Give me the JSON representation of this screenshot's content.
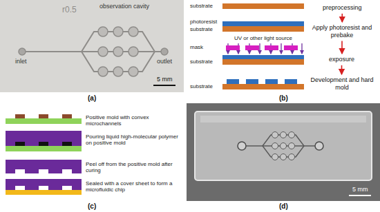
{
  "diagram": {
    "nodes": [
      {
        "text": [
          "preprocessing"
        ]
      },
      {
        "text": [
          "Apply photoresist and prebake"
        ]
      },
      {
        "text": [
          "exposure"
        ]
      },
      {
        "text": [
          "Development and hard mold"
        ]
      }
    ],
    "edges": [
      {
        "from": 0,
        "to": 1,
        "arrow": "to"
      },
      {
        "from": 1,
        "to": 2,
        "arrow": "to"
      },
      {
        "from": 2,
        "to": 3,
        "arrow": "to"
      }
    ],
    "labels": [
      "r0.5",
      "observation cavity",
      "inlet",
      "outlet",
      "5 mm",
      "(a)",
      "substrate",
      "photoresist",
      "substrate",
      "UV or other light source",
      "mask",
      "substrate",
      "substrate",
      "(b)",
      "Positive mold with convex microchannels",
      "Pouring liquid high-molecular polymer on positive mold",
      "Peel off from the positive mold after curing",
      "Sealed with a cover sheet to form a microfluidic chip",
      "(c)",
      "5 mm",
      "(d)"
    ]
  }
}
